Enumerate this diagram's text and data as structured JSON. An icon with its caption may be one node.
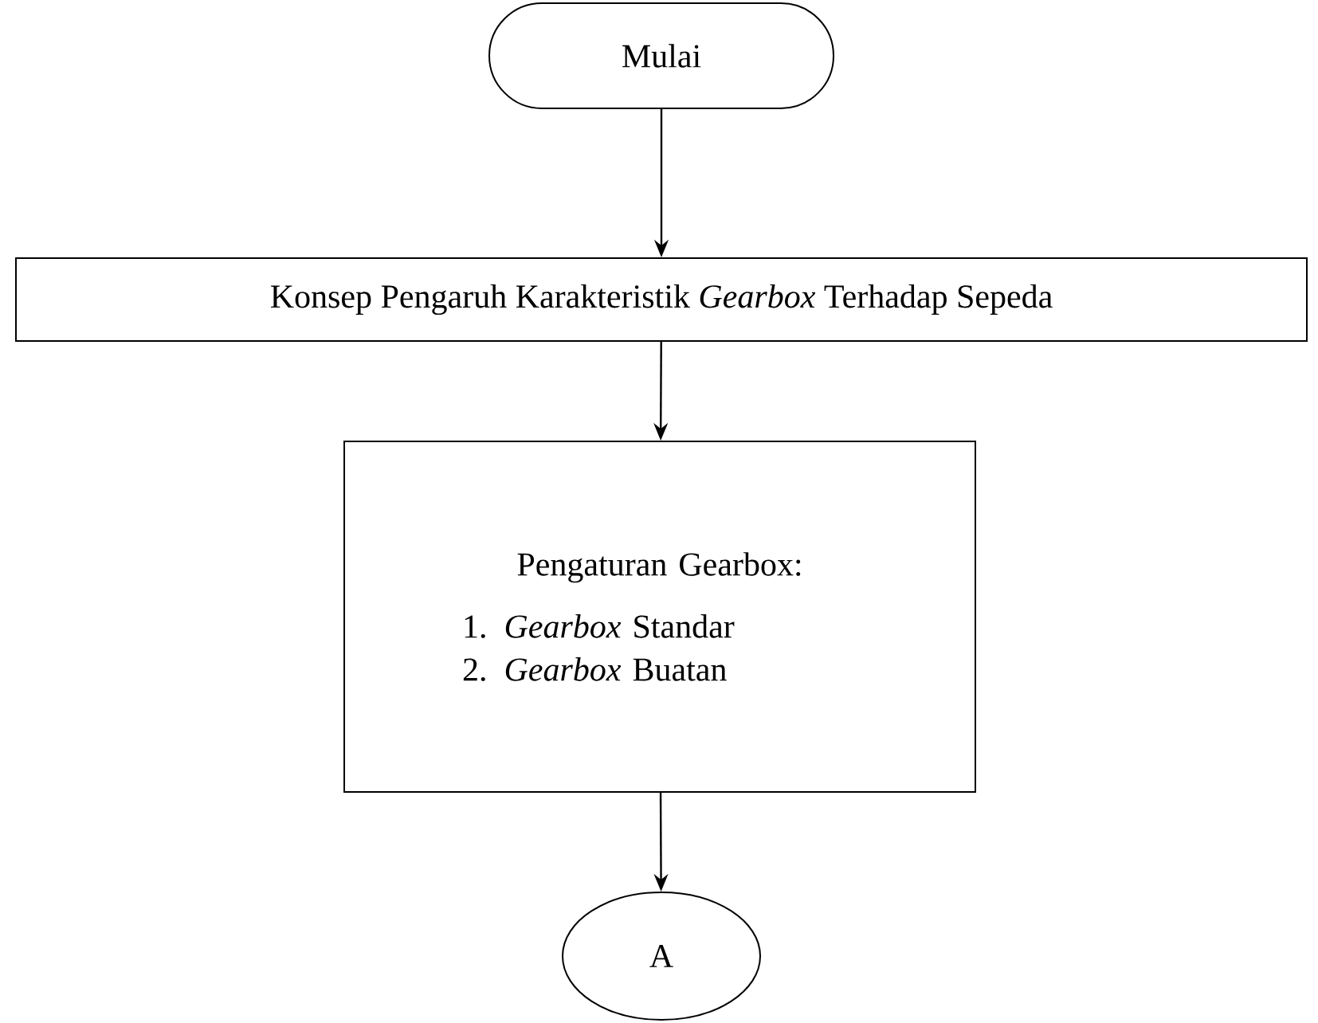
{
  "diagram": {
    "nodes": [
      {
        "text": [
          "Mulai"
        ]
      },
      {
        "text": [
          "Konsep Pengaruh Karakteristik *Gearbox* Terhadap Sepeda"
        ]
      },
      {
        "text": [
          "Pengaturan Gearbox:",
          "1. *Gearbox* Standar",
          "2. *Gearbox* Buatan"
        ]
      },
      {
        "text": [
          "A"
        ]
      }
    ],
    "edges": [
      {
        "from": 0,
        "to": 1,
        "arrow": "to"
      },
      {
        "from": 1,
        "to": 2,
        "arrow": "to"
      },
      {
        "from": 2,
        "to": 3,
        "arrow": "to"
      }
    ]
  }
}
